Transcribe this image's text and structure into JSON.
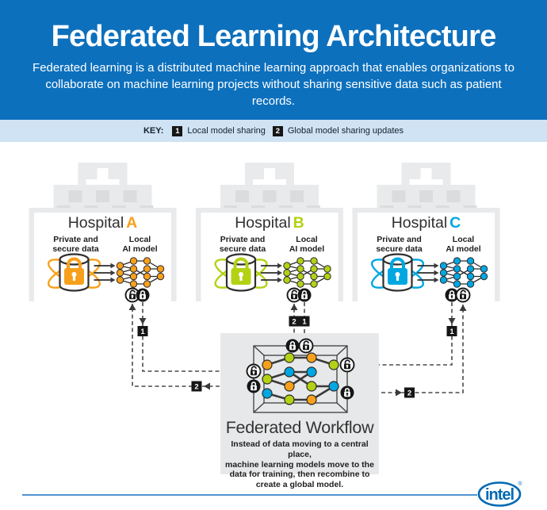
{
  "colors": {
    "header_bg": "#0d70bd",
    "key_band_bg": "#cfe3f4",
    "panel_gray": "#e7e8e9",
    "building_gray": "#e9eaec",
    "window_gray": "#dadcdd",
    "accent_a": "#f7a01b",
    "accent_b": "#b4d114",
    "accent_c": "#00a7e1",
    "intel_blue": "#0069b4",
    "footer_rule": "#4f93d2"
  },
  "header": {
    "title": "Federated Learning Architecture",
    "subtitle": "Federated learning is a distributed machine learning approach that enables organizations to collaborate on machine learning projects without sharing sensitive data such as patient records."
  },
  "key": {
    "label": "KEY:",
    "items": [
      {
        "badge": "1",
        "label": "Local model sharing"
      },
      {
        "badge": "2",
        "label": "Global model sharing updates"
      }
    ]
  },
  "hospitals": [
    {
      "name": "Hospital",
      "letter": "A",
      "color": "#f7a01b",
      "data_label_line1": "Private and",
      "data_label_line2": "secure data",
      "model_label_line1": "Local",
      "model_label_line2": "AI model"
    },
    {
      "name": "Hospital",
      "letter": "B",
      "color": "#b4d114",
      "data_label_line1": "Private and",
      "data_label_line2": "secure data",
      "model_label_line1": "Local",
      "model_label_line2": "AI model"
    },
    {
      "name": "Hospital",
      "letter": "C",
      "color": "#00a7e1",
      "data_label_line1": "Private and",
      "data_label_line2": "secure data",
      "model_label_line1": "Local",
      "model_label_line2": "AI model"
    }
  ],
  "workflow": {
    "title": "Federated Workflow",
    "description_lines": [
      "Instead of data moving to a central place,",
      "machine learning models move to the",
      "data for training, then recombine to",
      "create a global model."
    ]
  },
  "footer": {
    "brand": "intel",
    "reg_mark": "®"
  }
}
